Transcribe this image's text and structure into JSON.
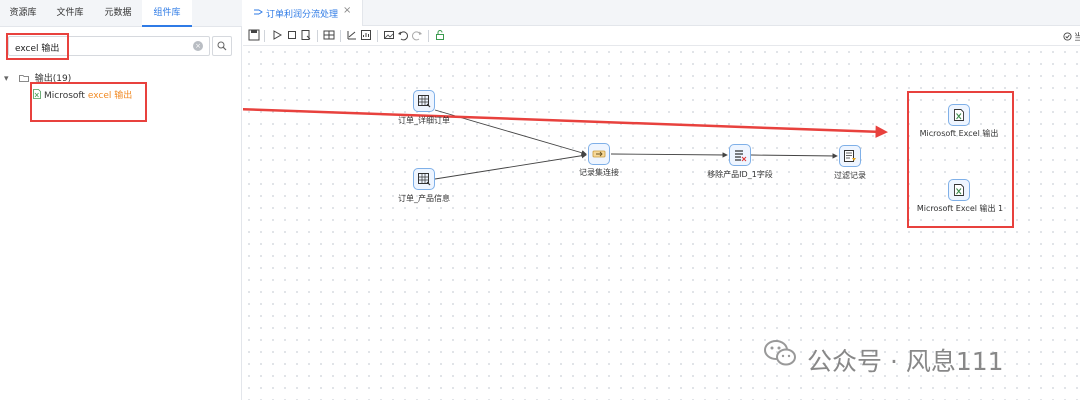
{
  "left_panel": {
    "tabs": [
      {
        "label": "资源库"
      },
      {
        "label": "文件库"
      },
      {
        "label": "元数据"
      },
      {
        "label": "组件库"
      }
    ],
    "search": {
      "value": "excel 输出"
    },
    "tree": {
      "folder": {
        "label": "输出",
        "count": "(19)"
      },
      "item": {
        "prefix": "Microsoft ",
        "highlight": "excel 输出"
      }
    }
  },
  "editor": {
    "tab": {
      "label": "订单利润分流处理"
    },
    "right_status": "当",
    "nodes": {
      "order_detail": {
        "label": "订单_详细订单"
      },
      "order_product": {
        "label": "订单_产品信息"
      },
      "join": {
        "label": "记录集连接"
      },
      "remove_field": {
        "label": "移除产品ID_1字段"
      },
      "filter": {
        "label": "过滤记录"
      },
      "excel_out": {
        "label": "Microsoft Excel 输出"
      },
      "excel_out_1": {
        "label": "Microsoft Excel 输出 1"
      }
    }
  },
  "watermark": {
    "text": "公众号 · 风息111"
  },
  "colors": {
    "accent": "#2f7be6",
    "annotation": "#e8413d",
    "highlight": "#f08a24"
  }
}
